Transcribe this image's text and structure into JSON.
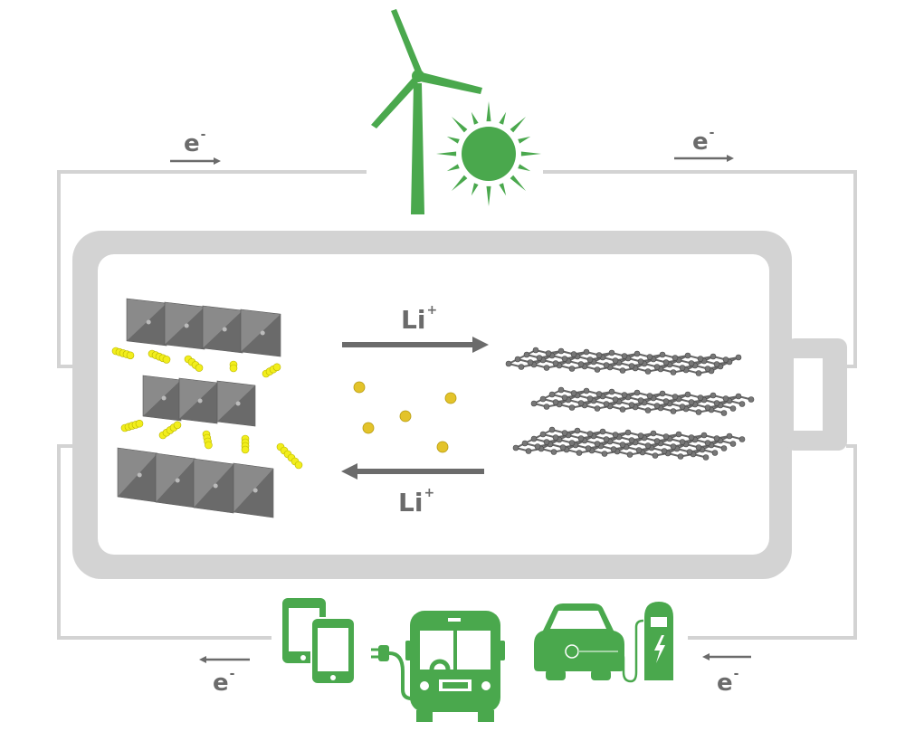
{
  "title": "Lithium-ion battery charge/discharge with renewable energy and applications",
  "labels": {
    "electron_top_left": {
      "base": "e",
      "sup": "-"
    },
    "electron_top_right": {
      "base": "e",
      "sup": "-"
    },
    "electron_bottom_left": {
      "base": "e",
      "sup": "-"
    },
    "electron_bottom_right": {
      "base": "e",
      "sup": "-"
    },
    "ion_top": {
      "base": "Li",
      "sup": "+"
    },
    "ion_bottom": {
      "base": "Li",
      "sup": "+"
    }
  },
  "icons": [
    "wind-turbine-icon",
    "sun-icon",
    "smartphones-icon",
    "electric-bus-icon",
    "electric-car-icon",
    "charging-station-icon"
  ],
  "colors": {
    "green": "#4aa84d",
    "frame": "#d3d3d3",
    "arrow": "#6b6b6b",
    "lithium": "#e8c82a",
    "graphite": "#6e6e6e"
  }
}
